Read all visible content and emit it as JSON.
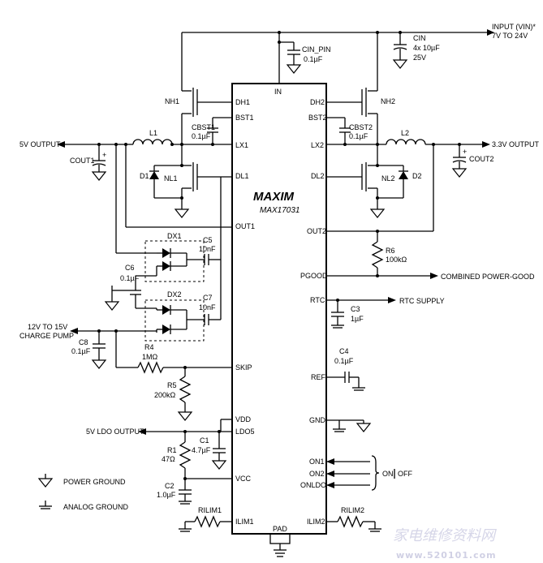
{
  "ic": {
    "brand": "MAXIM",
    "part": "MAX17031",
    "pins_left": [
      "DH1",
      "BST1",
      "LX1",
      "DL1",
      "OUT1",
      "SKIP",
      "VDD",
      "LDO5",
      "VCC",
      "ILIM1"
    ],
    "pins_right": [
      "DH2",
      "BST2",
      "LX2",
      "DL2",
      "OUT2",
      "PGOOD",
      "RTC",
      "REF",
      "GND",
      "ON1",
      "ON2",
      "ONLDO",
      "ILIM2"
    ],
    "pin_top": "IN",
    "pin_bottom": "PAD"
  },
  "labels": {
    "input": "INPUT (VIN)*",
    "input_range": "7V TO 24V",
    "cin_pin": "CIN_PIN",
    "cin_pin_val": "0.1µF",
    "cin": "CIN",
    "cin_val1": "4x 10µF",
    "cin_val2": "25V",
    "nh1": "NH1",
    "nh2": "NH2",
    "nl1": "NL1",
    "nl2": "NL2",
    "cbst1": "CBST1",
    "cbst1_val": "0.1µF",
    "cbst2": "CBST2",
    "cbst2_val": "0.1µF",
    "l1": "L1",
    "l2": "L2",
    "d1": "D1",
    "d2": "D2",
    "out5v": "5V OUTPUT",
    "out33v": "3.3V OUTPUT",
    "cout1": "COUT1",
    "cout2": "COUT2",
    "dx1": "DX1",
    "dx2": "DX2",
    "c5": "C5",
    "c5_val": "10nF",
    "c6": "C6",
    "c6_val": "0.1µF",
    "c7": "C7",
    "c7_val": "10nF",
    "charge_pump1": "12V TO 15V",
    "charge_pump2": "CHARGE PUMP",
    "c8": "C8",
    "c8_val": "0.1µF",
    "r4": "R4",
    "r4_val": "1MΩ",
    "r5": "R5",
    "r5_val": "200kΩ",
    "r6": "R6",
    "r6_val": "100kΩ",
    "pgood_out": "COMBINED POWER-GOOD",
    "rtc_out": "RTC SUPPLY",
    "c3": "C3",
    "c3_val": "1µF",
    "c4": "C4",
    "c4_val": "0.1µF",
    "ldo_out": "5V LDO OUTPUT",
    "c1": "C1",
    "c1_val": "4.7µF",
    "r1": "R1",
    "r1_val": "47Ω",
    "c2": "C2",
    "c2_val": "1.0µF",
    "rilim1": "RILIM1",
    "rilim2": "RILIM2",
    "on": "ON",
    "off": "OFF",
    "legend_power": "POWER GROUND",
    "legend_analog": "ANALOG GROUND",
    "watermark": "家电维修资料网",
    "watermark_url": "www.520101.com"
  }
}
